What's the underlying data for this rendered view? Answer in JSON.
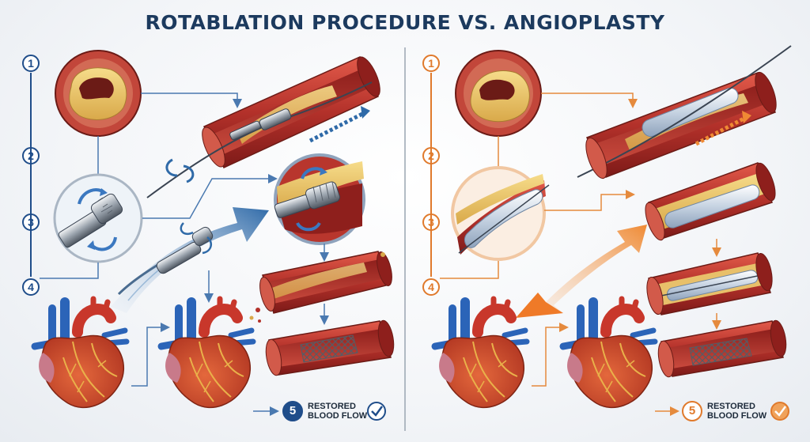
{
  "title": "ROTABLATION PROCEDURE VS. ANGIOPLASTY",
  "left_steps": [
    "1",
    "2",
    "3",
    "4"
  ],
  "right_steps": [
    "1",
    "2",
    "3",
    "4"
  ],
  "left_outcome": {
    "number": "5",
    "line1": "RESTORED",
    "line2": "BLOOD FLOW"
  },
  "right_outcome": {
    "number": "5",
    "line1": "RESTORED",
    "line2": "BLOOD FLOW"
  },
  "colors": {
    "left_accent": "#1f4d8a",
    "right_accent": "#e07a2c",
    "title": "#1c3a5e"
  }
}
